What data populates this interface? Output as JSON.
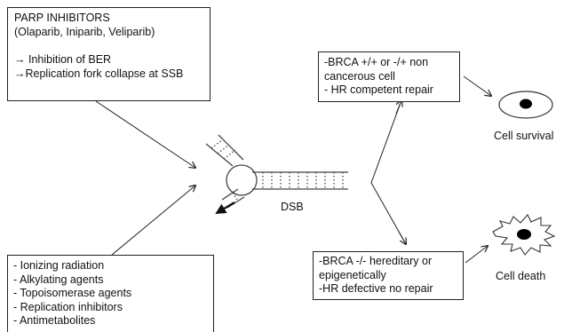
{
  "parp_box": {
    "title": "PARP INHIBITORS",
    "drugs": "(Olaparib, Iniparib, Veliparib)",
    "effects": [
      "→ Inhibition of BER",
      "→Replication fork collapse at SSB"
    ]
  },
  "damage_box": {
    "items": [
      "- Ionizing radiation",
      "- Alkylating agents",
      "- Topoisomerase agents",
      "- Replication inhibitors",
      "- Antimetabolites"
    ]
  },
  "dsb_label": "DSB",
  "brca_positive_box": {
    "lines": [
      "-BRCA +/+ or  -/+ non",
      "cancerous cell",
      "- HR competent repair"
    ]
  },
  "brca_negative_box": {
    "lines": [
      "-BRCA -/- hereditary or",
      "epigenetically",
      "-HR defective no repair"
    ]
  },
  "outcomes": {
    "survival": "Cell survival",
    "death": "Cell death"
  }
}
